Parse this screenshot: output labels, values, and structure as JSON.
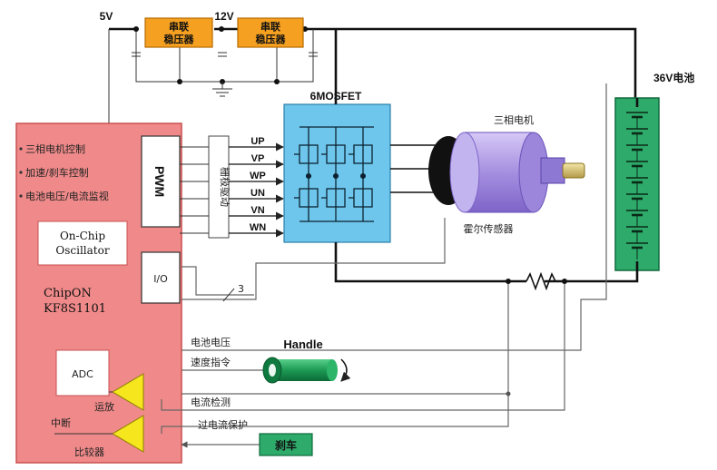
{
  "supply": {
    "v5": "5V",
    "v12": "12V",
    "v36": "36V电池",
    "reg1_line1": "串联",
    "reg1_line2": "稳压器",
    "reg2_line1": "串联",
    "reg2_line2": "稳压器"
  },
  "mcu": {
    "functions": [
      "三相电机控制",
      "加速/刹车控制",
      "电池电压/电流监视"
    ],
    "pwm": "PWM",
    "osc_line1": "On-Chip",
    "osc_line2": "Oscillator",
    "io": "I/O",
    "chip_line1": "ChipON",
    "chip_line2": "KF8S1101",
    "adc": "ADC",
    "amp": "运放",
    "interrupt": "中断",
    "comparator": "比较器"
  },
  "driver": {
    "label": "栅极驱动",
    "phases": [
      "UP",
      "VP",
      "WP",
      "UN",
      "VN",
      "WN"
    ]
  },
  "mosfet": {
    "title": "6MOSFET"
  },
  "motor": {
    "title": "三相电机",
    "hall": "霍尔传感器"
  },
  "bus_count": "3",
  "signals": {
    "battery_voltage": "电池电压",
    "speed_cmd": "速度指令",
    "current_sense": "电流检测",
    "overcurrent": "过电流保护"
  },
  "handle": "Handle",
  "brake": "刹车",
  "colors": {
    "mcu": "#f08a8a",
    "mcu_border": "#c85050",
    "regulator": "#f5a020",
    "mosfet": "#6ec6ec",
    "battery": "#2eaa6a",
    "motor": "#b8a0e8",
    "amp": "#f5e61e",
    "handle": "#1d9a54"
  }
}
